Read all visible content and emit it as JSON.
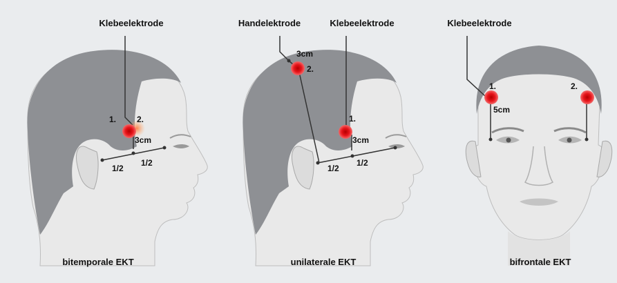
{
  "panels": [
    {
      "top_labels": [
        "Klebeelektrode"
      ],
      "points": [
        "1.",
        "2."
      ],
      "measure": "3cm",
      "halves": [
        "1/2",
        "1/2"
      ],
      "caption": "bitemporale EKT"
    },
    {
      "top_labels": [
        "Handelektrode",
        "Klebeelektrode"
      ],
      "points": [
        "2.",
        "1."
      ],
      "measure_top": "3cm",
      "measure": "3cm",
      "halves": [
        "1/2",
        "1/2"
      ],
      "caption": "unilaterale EKT"
    },
    {
      "top_labels": [
        "Klebeelektrode"
      ],
      "points": [
        "1.",
        "2."
      ],
      "measure": "5cm",
      "caption": "bifrontale EKT"
    }
  ],
  "colors": {
    "background": "#eaecee",
    "hair": "#8e9094",
    "skin": "#e9e9e9",
    "electrode": "#e8151b",
    "line": "#333333"
  }
}
